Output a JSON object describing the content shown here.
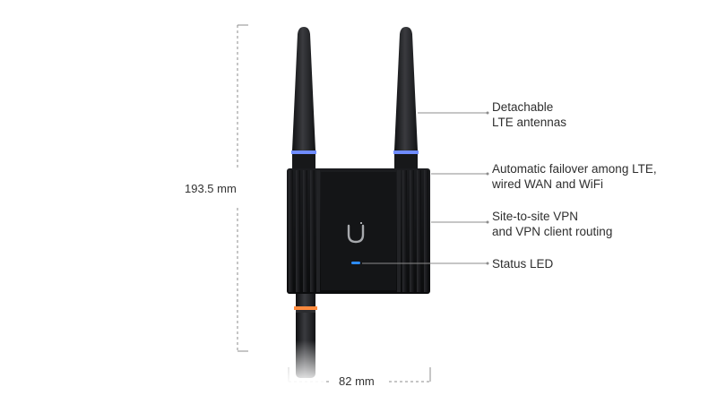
{
  "dimensions": {
    "height_label": "193.5 mm",
    "width_label": "82 mm"
  },
  "callouts": [
    {
      "lines": [
        "Detachable",
        "LTE antennas"
      ]
    },
    {
      "lines": [
        "Automatic failover among LTE,",
        "wired WAN and WiFi"
      ]
    },
    {
      "lines": [
        "Site-to-site VPN",
        "and VPN client routing"
      ]
    },
    {
      "lines": [
        "Status LED"
      ]
    }
  ],
  "colors": {
    "device_body": "#111214",
    "antenna": "#1e1f21",
    "ring_blue": "#6f8cff",
    "ring_orange": "#ff8a3d",
    "status_led": "#2d8cff",
    "leader_line": "#8c8c8c",
    "dimension_line": "#8c8c8c"
  },
  "icons": {
    "logo": "ubiquiti-u-logo-icon"
  }
}
